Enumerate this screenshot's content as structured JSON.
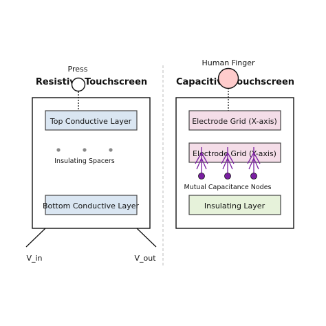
{
  "left": {
    "title": "Resistive Touchscreen",
    "press_label": "Press",
    "top_layer": "Top Conductive Layer",
    "spacers_label": "Insulating Spacers",
    "bottom_layer": "Bottom Conductive Layer",
    "v_in": "V_in",
    "v_out": "V_out"
  },
  "right": {
    "title": "Capacitive Touchscreen",
    "finger_label": "Human Finger",
    "grid_x": "Electrode Grid (X-axis)",
    "grid_y": "Electrode Grid (Y-axis)",
    "nodes_label": "Mutual Capacitance Nodes",
    "insulating_layer": "Insulating Layer"
  },
  "colors": {
    "conductive_layer": "#dae6f2",
    "electrode_grid": "#f4dde8",
    "insulating_layer": "#e6f2da",
    "finger": "#ffcccc",
    "node": "#7a1fa2",
    "spacer": "#888888"
  }
}
